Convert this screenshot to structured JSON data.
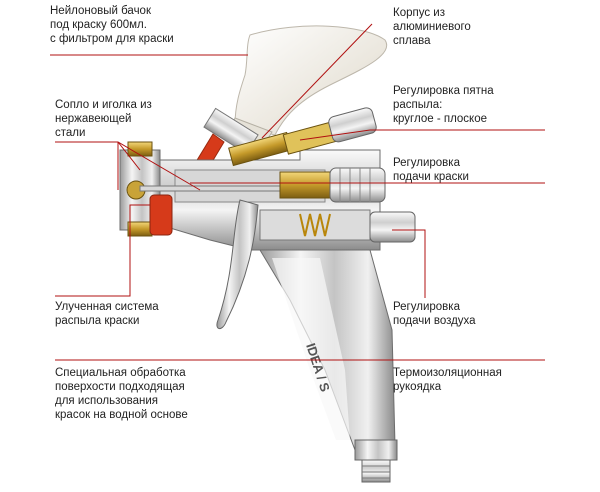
{
  "labels": {
    "tank": "Нейлоновый бачок\nпод краску 600мл.\nс фильтром для краски",
    "nozzle": "Сопло и иголка из\nнержавеющей\nстали",
    "spray_system": "Улученная система\nраспыла краски",
    "special_treatment": "Специальная обработка\nповерхости подходящая\nдля использования\nкрасок на водной основе",
    "body": "Корпус из\nалюминиевого\nсплава",
    "pattern": "Регулировка пятна\nраспыла:\nкруглое - плоское",
    "paint_flow": "Регулировка\nподачи краски",
    "air_flow": "Регулировка\nподачи воздуха",
    "handle": "Термоизоляционная\nрукоядка"
  },
  "handle_text": "IDEA / S",
  "colors": {
    "leader": "#b01010",
    "text": "#222222",
    "chrome_light": "#f2f2f2",
    "chrome_dark": "#8f8f8f",
    "brass": "#c9a338",
    "red_part": "#d63a1a",
    "tank": "#ece8df"
  }
}
